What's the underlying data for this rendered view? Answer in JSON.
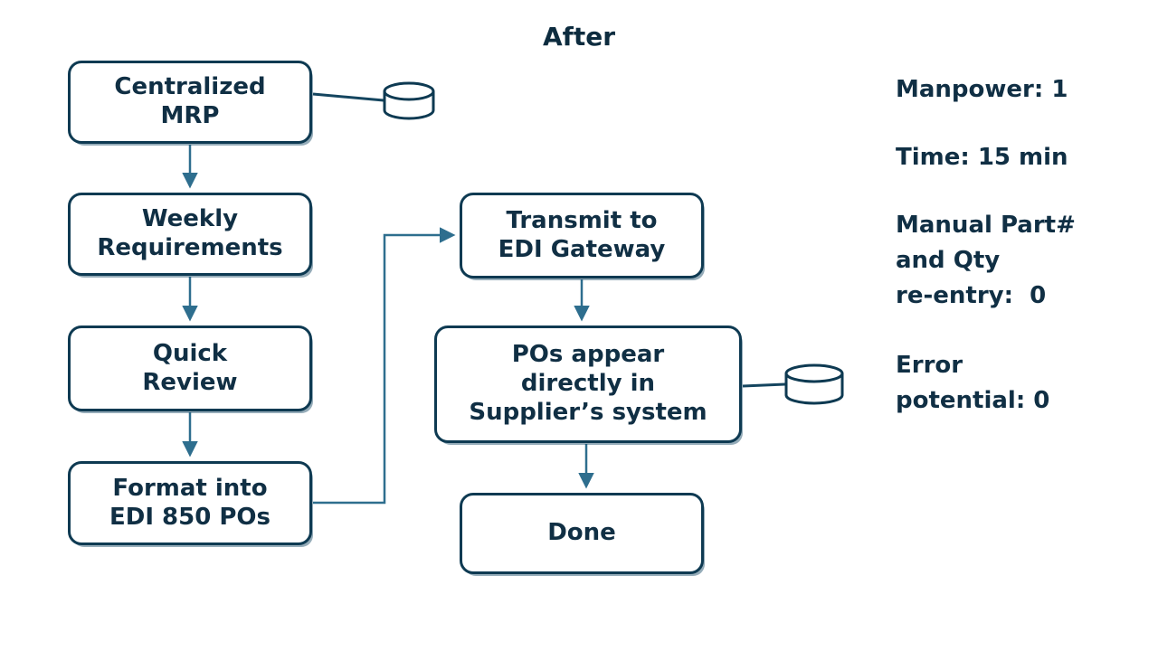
{
  "title": "After",
  "nodes": {
    "centralized_mrp": "Centralized\nMRP",
    "weekly_requirements": "Weekly\nRequirements",
    "quick_review": "Quick\nReview",
    "format_edi": "Format into\nEDI 850 POs",
    "transmit_edi": "Transmit to\nEDI Gateway",
    "pos_appear": "POs appear\ndirectly in\nSupplier’s system",
    "done": "Done"
  },
  "stats": {
    "manpower": "Manpower: 1",
    "time": "Time: 15 min",
    "manual_reentry": "Manual Part#\nand Qty\nre-entry:  0",
    "error_potential": "Error\npotential: 0"
  },
  "icons": {
    "mrp_database": "database-cylinder",
    "supplier_database": "database-cylinder"
  },
  "colors": {
    "node_border": "#0e3a52",
    "text": "#102f44",
    "connector": "#2e6e8e",
    "background": "#ffffff"
  }
}
